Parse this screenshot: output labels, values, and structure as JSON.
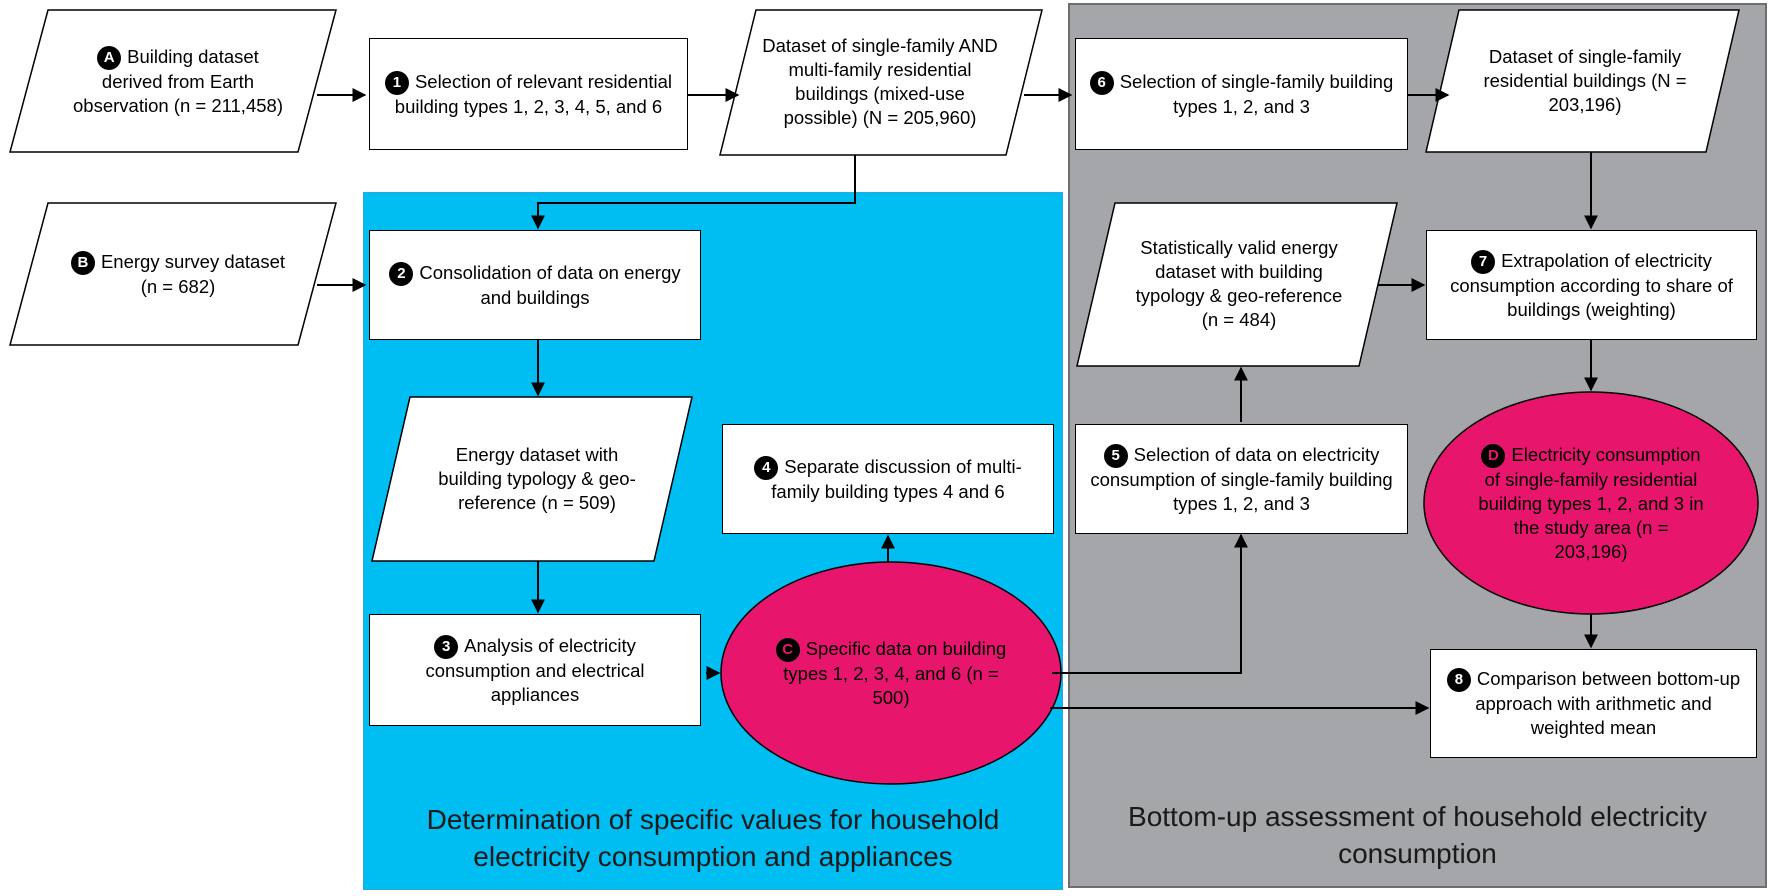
{
  "regions": {
    "blue_title": "Determination of specific values for household electricity consumption and appliances",
    "gray_title": "Bottom-up assessment of household electricity consumption"
  },
  "nodes": {
    "A": {
      "marker": "A",
      "text": "Building dataset derived from Earth observation (n = 211,458)"
    },
    "B": {
      "marker": "B",
      "text": "Energy survey dataset (n = 682)"
    },
    "step1": {
      "marker": "1",
      "text": "Selection of relevant residential building types 1, 2, 3, 4, 5, and 6"
    },
    "ds_sf_mf": {
      "text": "Dataset of single-family AND multi-family residential buildings (mixed-use possible) (N = 205,960)"
    },
    "step2": {
      "marker": "2",
      "text": "Consolidation of data on energy and buildings"
    },
    "ds_energy": {
      "text": "Energy dataset with building typology & geo-reference (n = 509)"
    },
    "step3": {
      "marker": "3",
      "text": "Analysis of electricity consumption and electrical appliances"
    },
    "C": {
      "marker": "C",
      "text": "Specific data on building types 1, 2, 3, 4, and 6 (n = 500)"
    },
    "step4": {
      "marker": "4",
      "text": "Separate discussion of multi-family building types 4 and 6"
    },
    "step5": {
      "marker": "5",
      "text": "Selection of data on electricity consumption of single-family building types 1, 2, and 3"
    },
    "ds_valid": {
      "text": "Statistically valid energy dataset with building typology & geo-reference (n = 484)"
    },
    "step6": {
      "marker": "6",
      "text": "Selection of single-family building types 1, 2, and 3"
    },
    "ds_sf": {
      "text": "Dataset of single-family residential buildings (N = 203,196)"
    },
    "step7": {
      "marker": "7",
      "text": "Extrapolation of electricity consumption according to share of buildings (weighting)"
    },
    "D": {
      "marker": "D",
      "text": "Electricity consumption of single-family residential building types 1, 2, and 3 in the study area (n = 203,196)"
    },
    "step8": {
      "marker": "8",
      "text": "Comparison between bottom-up approach with arithmetic and weighted mean"
    }
  },
  "colors": {
    "blue_region": "#00bdf2",
    "gray_region": "#a5a6a9",
    "ellipse": "#e8156c",
    "badge": "#000000"
  }
}
